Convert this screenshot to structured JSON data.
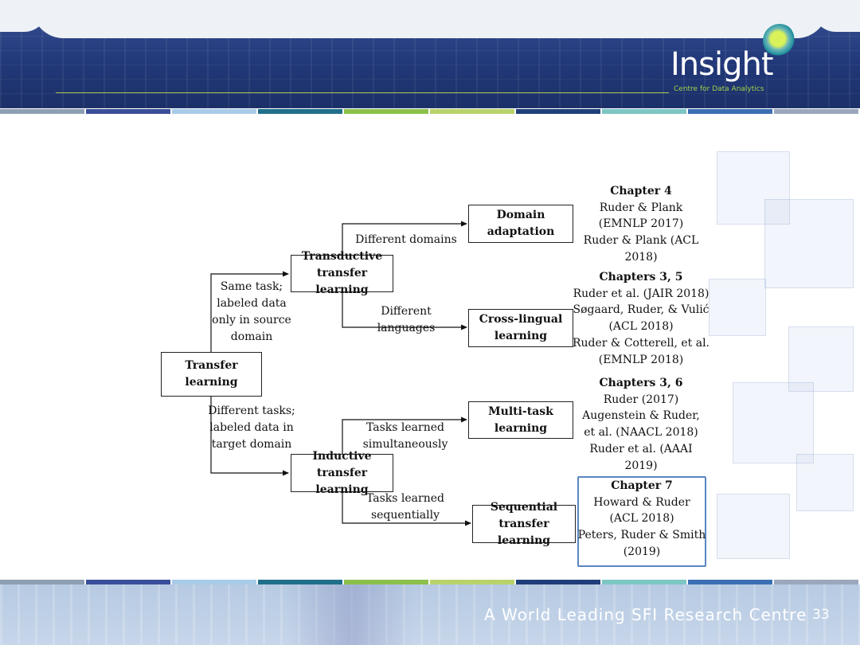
{
  "header": {
    "logo_name": "Insight",
    "logo_subtitle": "Centre for Data Analytics"
  },
  "stripe_colors": [
    "#8f9fb3",
    "#3a4f9a",
    "#a8cbe8",
    "#1f6f8b",
    "#8cc04b",
    "#b9d36b",
    "#1f3f7a",
    "#7cc6c4",
    "#3b6fb3",
    "#9aa7bc"
  ],
  "diagram": {
    "nodes": {
      "root": "Transfer learning",
      "transductive": "Transductive transfer learning",
      "inductive": "Inductive transfer learning",
      "domain_adaptation": "Domain adaptation",
      "cross_lingual": "Cross-lingual learning",
      "multi_task": "Multi-task learning",
      "sequential": "Sequential transfer learning"
    },
    "edge_labels": {
      "same_task": "Same task; labeled data only in source domain",
      "different_tasks": "Different tasks; labeled data in target domain",
      "different_domains": "Different domains",
      "different_languages": "Different languages",
      "simultaneously": "Tasks learned simultaneously",
      "sequentially": "Tasks learned sequentially"
    },
    "citations": [
      {
        "chapter": "Chapter 4",
        "refs": [
          "Ruder & Plank",
          "(EMNLP 2017)",
          "Ruder & Plank (ACL",
          "2018)"
        ]
      },
      {
        "chapter": "Chapters 3, 5",
        "refs": [
          "Ruder et al. (JAIR 2018)",
          "Søgaard, Ruder, & Vulić",
          "(ACL 2018)",
          "Ruder & Cotterell, et al.",
          "(EMNLP 2018)"
        ]
      },
      {
        "chapter": "Chapters 3, 6",
        "refs": [
          "Ruder (2017)",
          "Augenstein & Ruder,",
          "et al. (NAACL 2018)",
          "Ruder et al. (AAAI",
          "2019)"
        ]
      },
      {
        "chapter": "Chapter 7",
        "refs": [
          "Howard & Ruder",
          "(ACL 2018)",
          "Peters, Ruder & Smith",
          "(2019)"
        ],
        "highlighted": true
      }
    ]
  },
  "footer": {
    "tagline": "A World Leading SFI Research Centre",
    "page_number": "33"
  }
}
